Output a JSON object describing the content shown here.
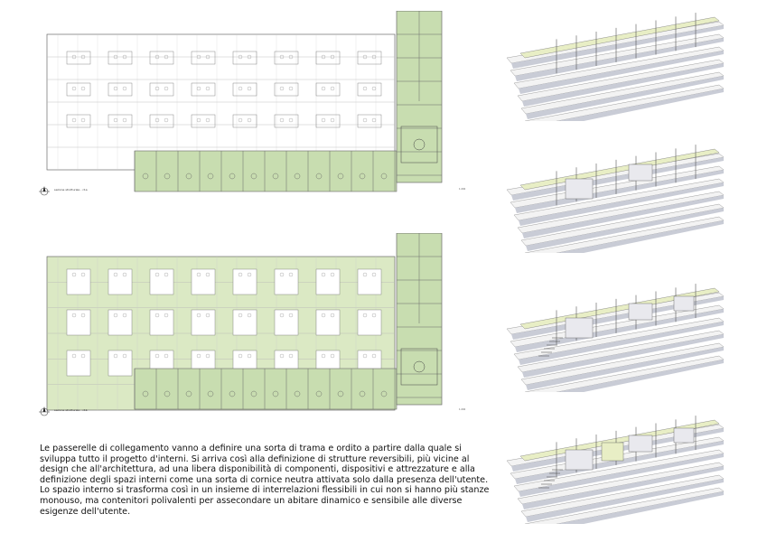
{
  "colors": {
    "green_fill": "#dbe9c4",
    "green_room": "#c8ddb0",
    "line": "#6b6b6b",
    "axo_light": "#f3f3f3",
    "axo_shadow": "#c9ccd6",
    "axo_green": "#e8eec5"
  },
  "plans": [
    {
      "label": "sezione strutturale - c1a",
      "scale": "1:200"
    },
    {
      "label": "sezione strutturale - c1b",
      "scale": "1:200"
    }
  ],
  "description": {
    "paragraph_1": "Le passerelle di collegamento vanno a definire una sorta di trama e ordito a partire dalla quale si sviluppa tutto il progetto d'interni. Si arriva così alla definizione di strutture reversibili, più vicine al design che all'architettura, ad una libera disponibilità di componenti, dispositivi e attrezzature e alla definizione degli spazi interni come una sorta di cornice neutra attivata solo dalla presenza dell'utente.",
    "paragraph_2": "Lo spazio interno si trasforma così in un insieme di interrelazioni flessibili in cui non si hanno più stanze monouso, ma contenitori polivalenti per assecondare un abitare dinamico e sensibile alle diverse esigenze dell'utente."
  }
}
